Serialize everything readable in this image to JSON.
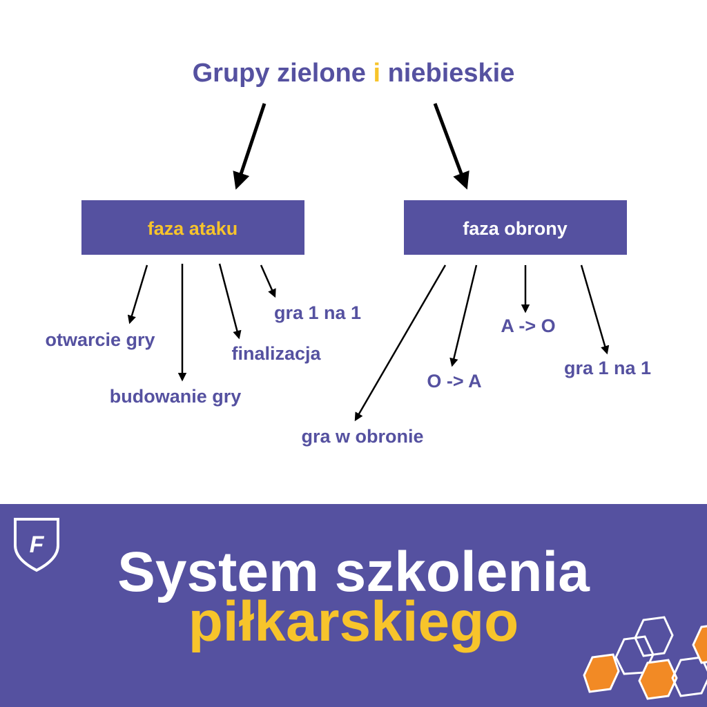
{
  "title": {
    "part1": "Grupy zielone",
    "connector": "i",
    "part2": "niebieskie"
  },
  "attack": {
    "label": "faza ataku",
    "items": [
      "otwarcie gry",
      "budowanie gry",
      "finalizacja",
      "gra 1 na 1"
    ]
  },
  "defense": {
    "label": "faza obrony",
    "items": [
      "gra w obronie",
      "O -> A",
      "A -> O",
      "gra 1 na 1"
    ]
  },
  "banner": {
    "line1": "System szkolenia",
    "line2": "piłkarskiego",
    "logo_letter": "F"
  },
  "colors": {
    "purple": "#5551a0",
    "yellow": "#f7c42b",
    "orange": "#f28a25",
    "text": "#5551a0"
  }
}
